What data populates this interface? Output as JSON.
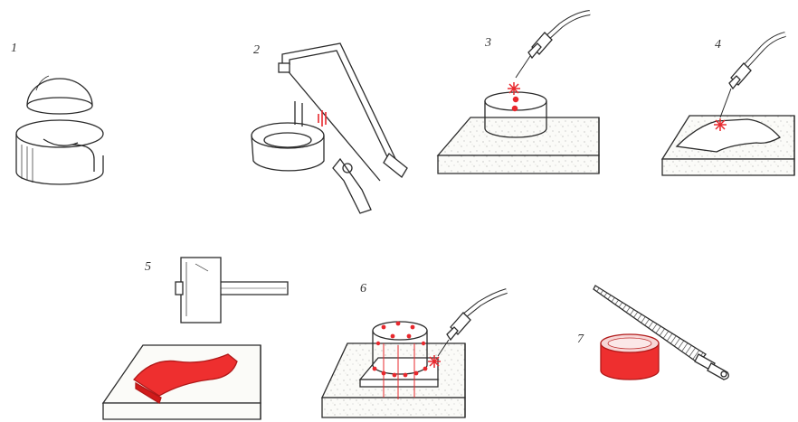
{
  "steps": [
    {
      "number": "1",
      "label": "cut-ring-and-cap"
    },
    {
      "number": "2",
      "label": "saw-ring-seam"
    },
    {
      "number": "3",
      "label": "solder-ring-seam"
    },
    {
      "number": "4",
      "label": "solder-sheet"
    },
    {
      "number": "5",
      "label": "flatten-sheet-with-mallet"
    },
    {
      "number": "6",
      "label": "solder-cylinder-to-base"
    },
    {
      "number": "7",
      "label": "file-finished-cylinder"
    }
  ],
  "colors": {
    "ink": "#2b2b2b",
    "highlight": "#e8282d",
    "highlight_fill": "#ee2f2f",
    "stone": "#fbfbf8",
    "speckle": "#8a8a8a"
  }
}
